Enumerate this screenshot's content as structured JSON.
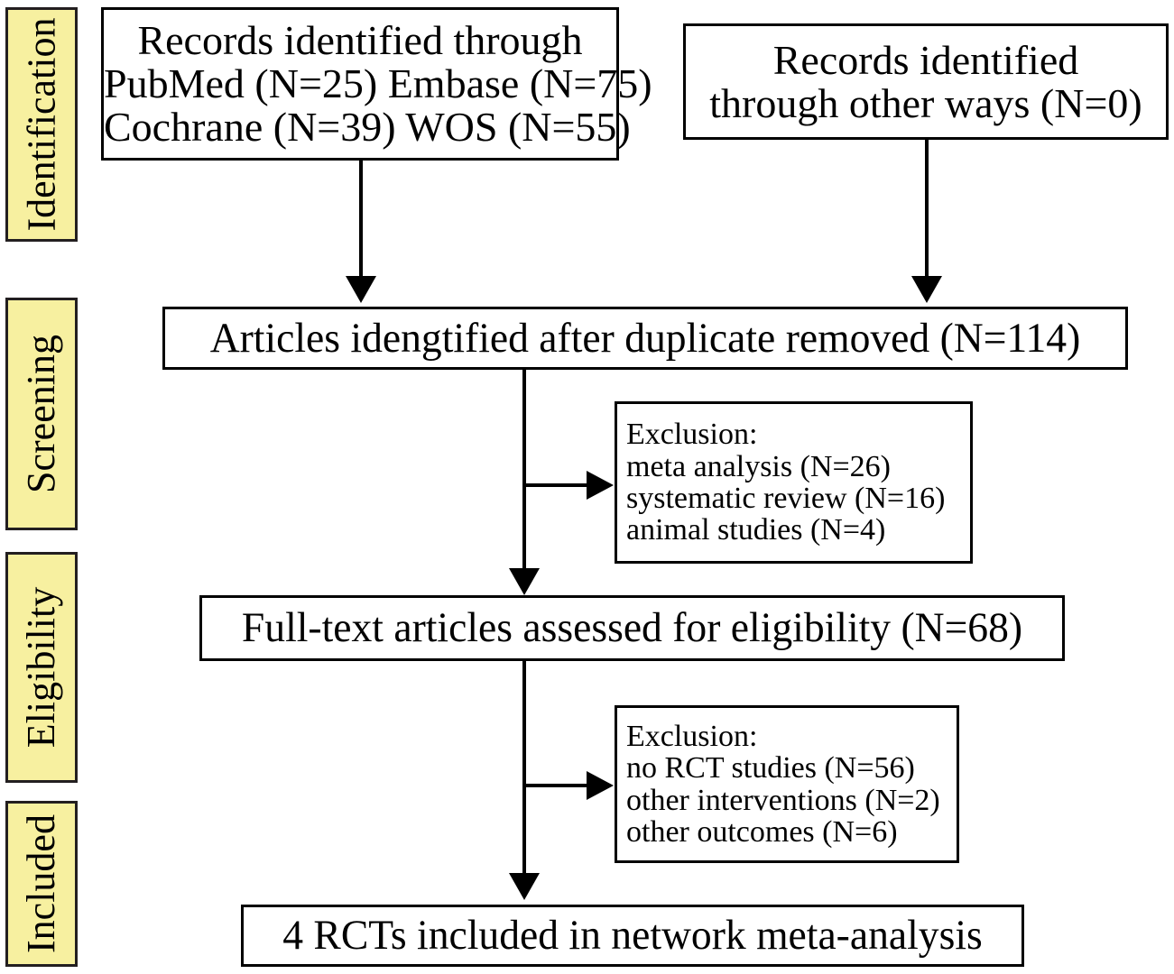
{
  "diagram": {
    "title": "PRISMA study selection flow diagram",
    "accent_color": "#f7f0a0",
    "line_color": "#000000"
  },
  "stages": [
    {
      "id": "identification",
      "label": "Identification"
    },
    {
      "id": "screening",
      "label": "Screening"
    },
    {
      "id": "eligibility",
      "label": "Eligibility"
    },
    {
      "id": "included",
      "label": "Included"
    }
  ],
  "boxes": {
    "records_databases": {
      "lines": [
        "Records identified through",
        "PubMed (N=25) Embase (N=75)",
        "Cochrane (N=39)  WOS (N=55)"
      ]
    },
    "records_other": {
      "lines": [
        "Records identified",
        "through other ways (N=0)"
      ]
    },
    "after_duplicates": {
      "lines": [
        "Articles idengtified after duplicate removed (N=114)"
      ]
    },
    "exclusion_screening": {
      "lines": [
        "Exclusion:",
        "meta analysis (N=26)",
        "systematic review (N=16)",
        "animal studies (N=4)"
      ]
    },
    "full_text": {
      "lines": [
        "Full-text articles assessed for eligibility (N=68)"
      ]
    },
    "exclusion_eligibility": {
      "lines": [
        "Exclusion:",
        "no RCT studies (N=56)",
        "other interventions (N=2)",
        "other outcomes (N=6)"
      ]
    },
    "included_final": {
      "lines": [
        "4 RCTs included in network meta-analysis"
      ]
    }
  },
  "counts": {
    "pubmed": 25,
    "embase": 75,
    "cochrane": 39,
    "wos": 55,
    "other_ways": 0,
    "after_duplicates": 114,
    "excluded_meta_analysis": 26,
    "excluded_systematic_review": 16,
    "excluded_animal_studies": 4,
    "full_text_assessed": 68,
    "excluded_no_rct": 56,
    "excluded_other_interventions": 2,
    "excluded_other_outcomes": 6,
    "included_rcts": 4
  }
}
